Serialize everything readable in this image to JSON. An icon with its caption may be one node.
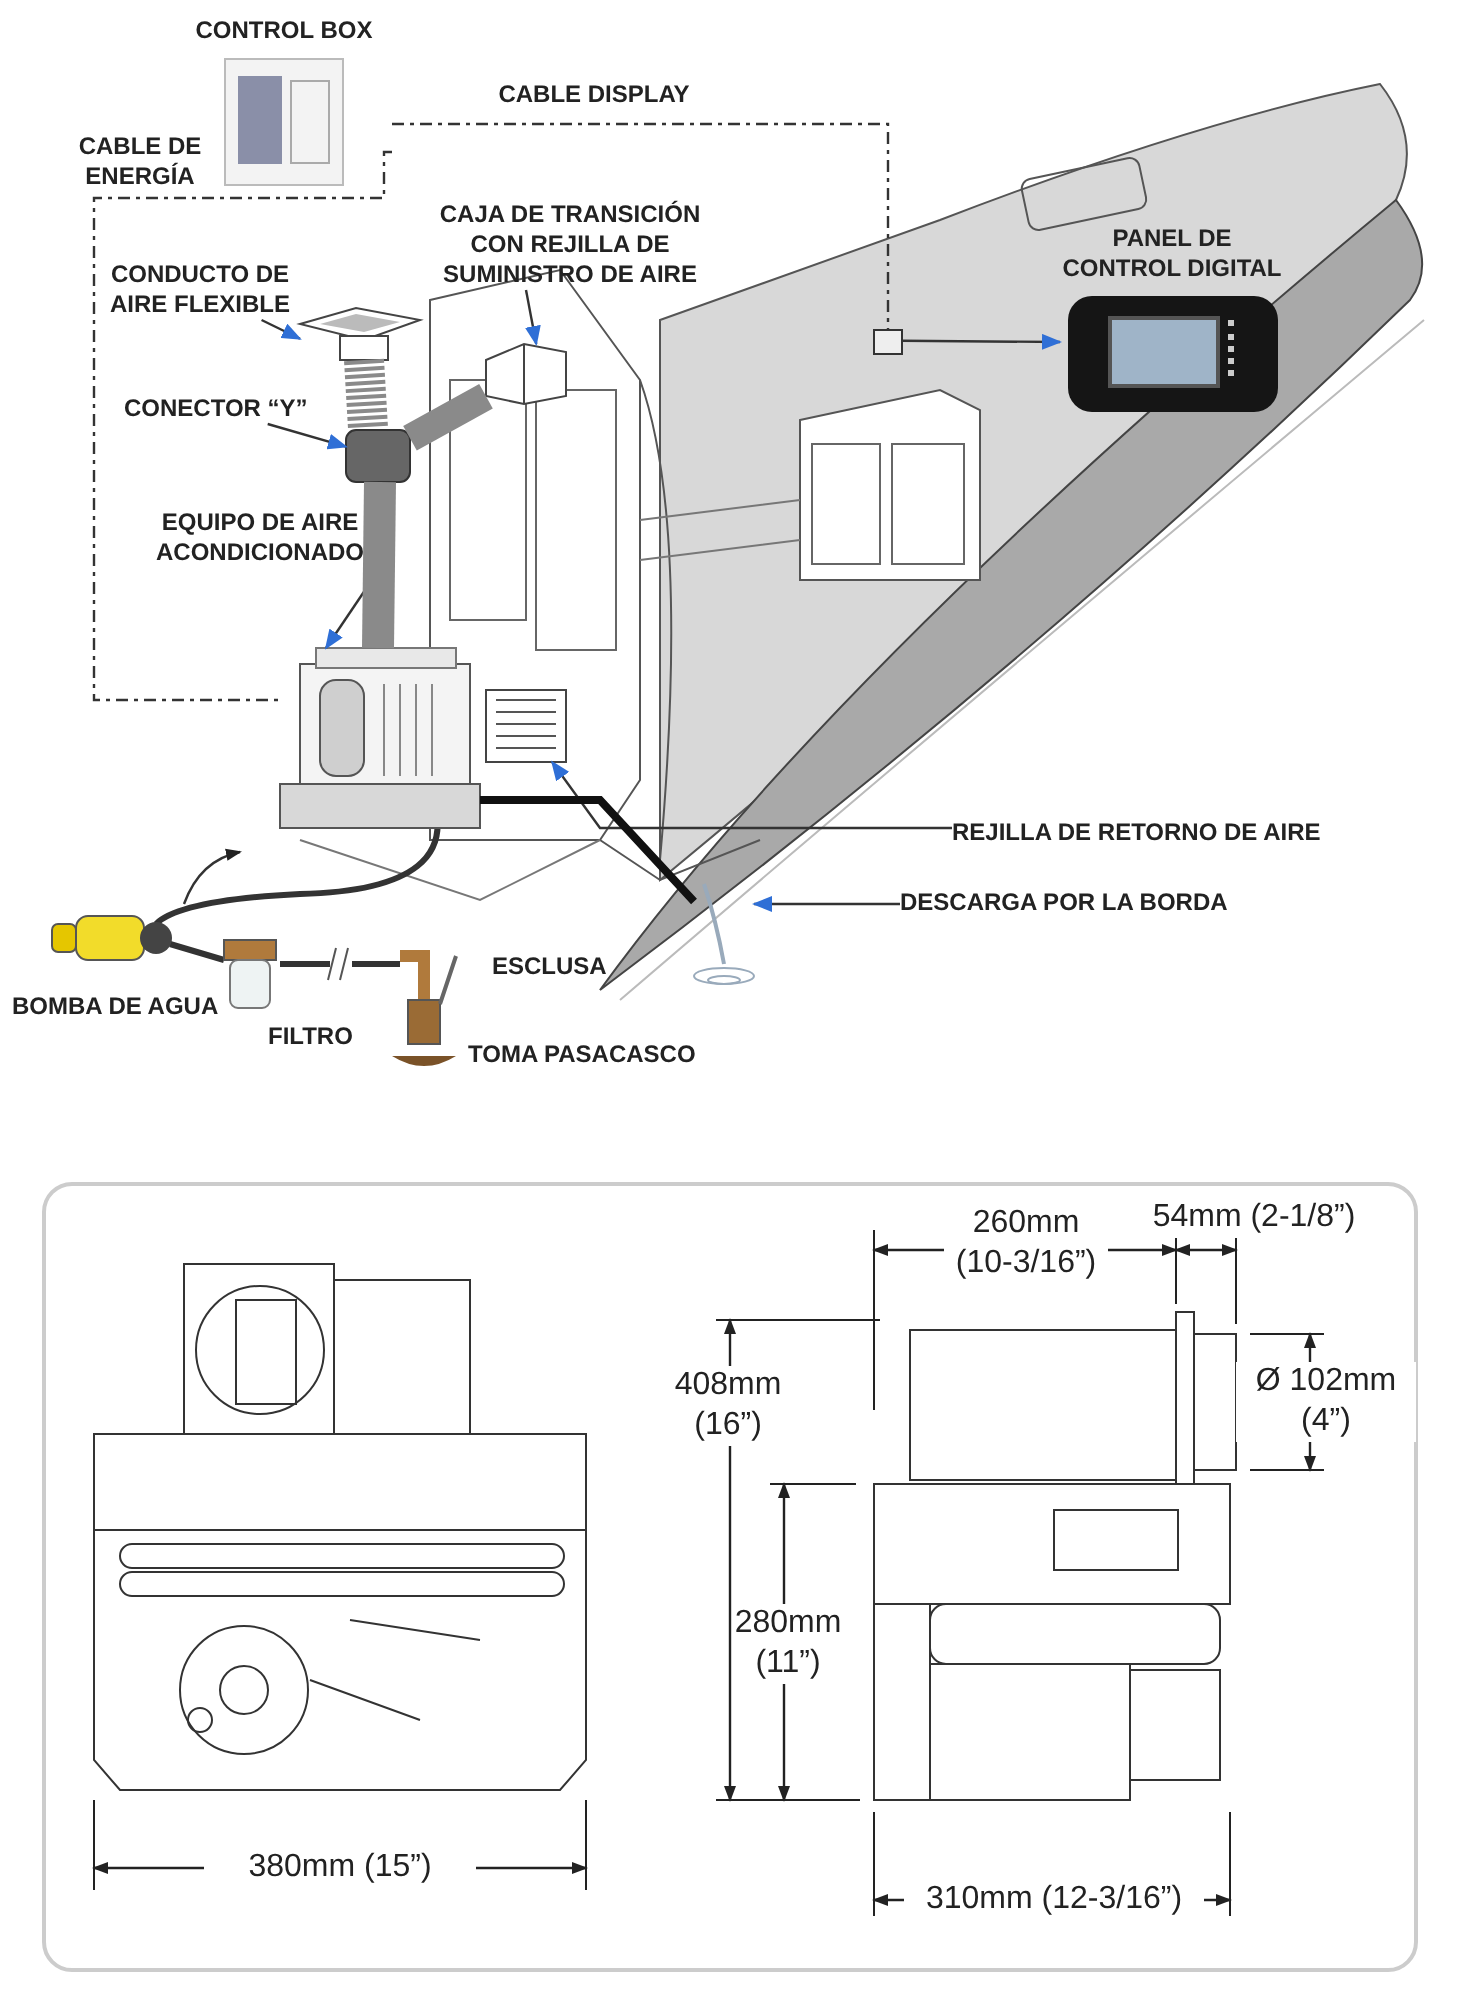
{
  "diagram": {
    "nodes": [
      {
        "text": [
          "CONTROL BOX"
        ]
      },
      {
        "text": [
          "PANEL DE CONTROL DIGITAL"
        ]
      },
      {
        "text": [],
        "shape": "box"
      },
      {
        "text": [
          "EQUIPO DE AIRE ACONDICIONADO"
        ]
      },
      {
        "text": [],
        "shape": "picture"
      },
      {
        "text": [
          "CAJA DE TRANSICIÓN CON REJILLA DE SUMINISTRO DE AIRE"
        ]
      },
      {
        "text": [],
        "shape": "picture"
      },
      {
        "text": [
          "CONDUCTO DE AIRE FLEXIBLE"
        ]
      },
      {
        "text": [],
        "shape": "picture"
      },
      {
        "text": [
          "CONECTOR “Y”"
        ]
      },
      {
        "text": [],
        "shape": "box"
      },
      {
        "text": [
          "REJILLA DE RETORNO DE AIRE"
        ]
      },
      {
        "text": [],
        "shape": "picture"
      },
      {
        "text": [
          "DESCARGA POR LA BORDA"
        ]
      },
      {
        "text": [],
        "shape": "picture"
      }
    ],
    "edges": [
      {
        "from": 0,
        "to": 2,
        "arrow": "none",
        "label": "CABLE DISPLAY",
        "style": "dashed"
      },
      {
        "from": 0,
        "to": 4,
        "arrow": "none",
        "label": "CABLE DE ENERGÍA",
        "style": "dashed"
      },
      {
        "from": 2,
        "to": 1,
        "arrow": "to"
      },
      {
        "from": 3,
        "to": 4,
        "arrow": "to"
      },
      {
        "from": 5,
        "to": 6,
        "arrow": "to"
      },
      {
        "from": 7,
        "to": 8,
        "arrow": "to"
      },
      {
        "from": 9,
        "to": 10,
        "arrow": "to"
      },
      {
        "from": 11,
        "to": 12,
        "arrow": "to"
      },
      {
        "from": 13,
        "to": 14,
        "arrow": "to"
      },
      {
        "from": 10,
        "to": 4,
        "arrow": "none",
        "style": "thick",
        "color": "#8a8a8a"
      },
      {
        "from": 10,
        "to": 6,
        "arrow": "none",
        "style": "thick",
        "color": "#8a8a8a"
      },
      {
        "from": 4,
        "to": 14,
        "arrow": "none",
        "style": "thick",
        "color": "#111111"
      }
    ],
    "labels": [
      "ESCLUSA",
      "BOMBA DE AGUA",
      "FILTRO",
      "TOMA PASACASCO",
      "260mm (10-3/16”)",
      "54mm (2-1/8”)",
      "408mm (16”)",
      "Ø 102mm (4”)",
      "280mm (11”)",
      "380mm (15”)",
      "310mm (12-3/16”)"
    ]
  }
}
